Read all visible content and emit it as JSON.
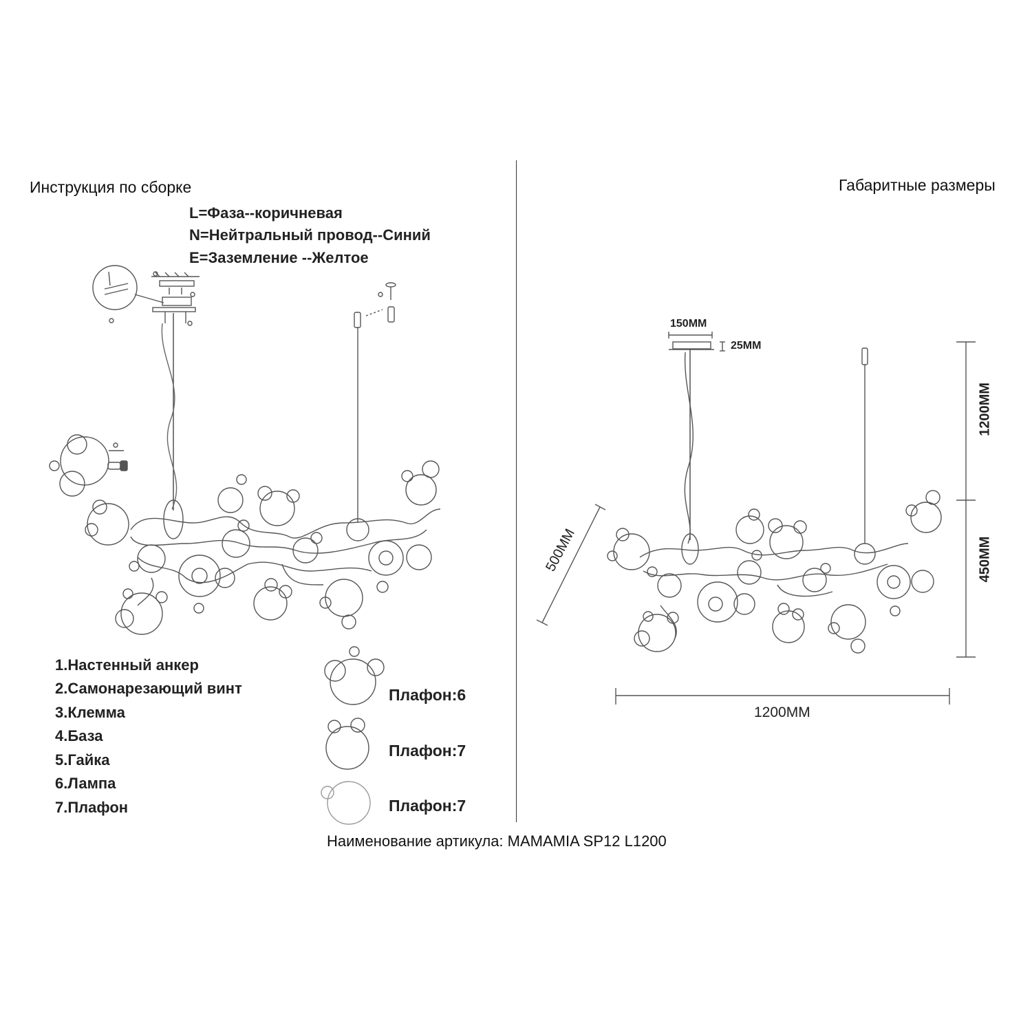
{
  "left_title": "Инструкция по сборке",
  "right_title": "Габаритные размеры",
  "wiring": [
    "L=Фаза--коричневая",
    "N=Нейтральный провод--Синий",
    "E=Заземление --Желтое"
  ],
  "parts": [
    "1.Настенный анкер",
    "2.Самонарезающий винт",
    "3.Клемма",
    "4.База",
    "5.Гайка",
    "6.Лампа",
    "7.Плафон"
  ],
  "shades": [
    {
      "label": "Плафон:6"
    },
    {
      "label": "Плафон:7"
    },
    {
      "label": "Плафон:7"
    }
  ],
  "dimensions": {
    "canopy_width": "150MM",
    "canopy_height": "25MM",
    "cable_length": "1200MM",
    "body_height": "450MM",
    "depth": "500MM",
    "length": "1200MM"
  },
  "footer": "Наименование артикула: MAMAMIA SP12 L1200"
}
